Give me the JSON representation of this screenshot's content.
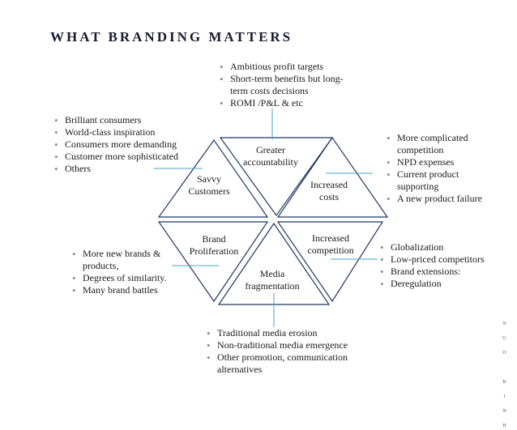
{
  "title": "WHAT BRANDING MATTERS",
  "accent_color": "#1f3864",
  "connector_color": "#4aa3c8",
  "triangles": {
    "savvy": "Savvy\nCustomers",
    "greater": "Greater\naccountability",
    "costs": "Increased\ncosts",
    "proliferation": "Brand\nProliferation",
    "media": "Media\nfragmentation",
    "competition": "Increased\ncompetition"
  },
  "lists": {
    "top": [
      "Ambitious profit targets",
      "Short-term benefits but long-term costs decisions",
      "ROMI /P&L & etc"
    ],
    "left_top": [
      "Brilliant consumers",
      "World-class inspiration",
      "Consumers more demanding",
      "Customer more sophisticated",
      "Others"
    ],
    "right_top": [
      "More complicated competition",
      "NPD expenses",
      "Current product supporting",
      "A new product failure"
    ],
    "left_bottom": [
      "More new brands & products,",
      "Degrees of similarity.",
      "Many brand battles"
    ],
    "right_bottom": [
      "Globalization",
      "Low-priced competitors",
      "Brand extensions:",
      "Deregulation"
    ],
    "bottom": [
      "Traditional media erosion",
      "Non-traditional media emergence",
      "Other promotion, communication alternatives"
    ]
  },
  "side_text": "N G O   B I N H"
}
